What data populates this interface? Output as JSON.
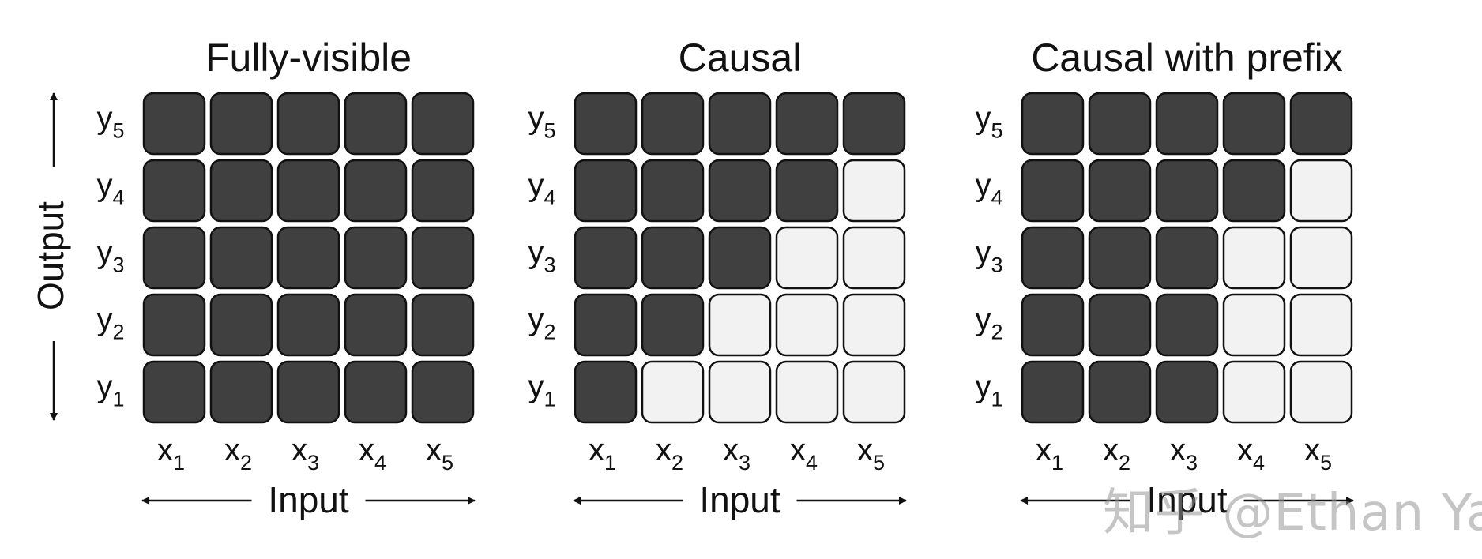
{
  "axis": {
    "output_label": "Output",
    "input_label": "Input"
  },
  "rows": [
    {
      "letter": "y",
      "sub": "5"
    },
    {
      "letter": "y",
      "sub": "4"
    },
    {
      "letter": "y",
      "sub": "3"
    },
    {
      "letter": "y",
      "sub": "2"
    },
    {
      "letter": "y",
      "sub": "1"
    }
  ],
  "cols": [
    {
      "letter": "x",
      "sub": "1"
    },
    {
      "letter": "x",
      "sub": "2"
    },
    {
      "letter": "x",
      "sub": "3"
    },
    {
      "letter": "x",
      "sub": "4"
    },
    {
      "letter": "x",
      "sub": "5"
    }
  ],
  "colors": {
    "filled": "#404040",
    "empty": "#f2f2f2",
    "stroke": "#111111"
  },
  "panels": [
    {
      "title": "Fully-visible",
      "mask": [
        [
          1,
          1,
          1,
          1,
          1
        ],
        [
          1,
          1,
          1,
          1,
          1
        ],
        [
          1,
          1,
          1,
          1,
          1
        ],
        [
          1,
          1,
          1,
          1,
          1
        ],
        [
          1,
          1,
          1,
          1,
          1
        ]
      ]
    },
    {
      "title": "Causal",
      "mask": [
        [
          1,
          1,
          1,
          1,
          1
        ],
        [
          1,
          1,
          1,
          1,
          0
        ],
        [
          1,
          1,
          1,
          0,
          0
        ],
        [
          1,
          1,
          0,
          0,
          0
        ],
        [
          1,
          0,
          0,
          0,
          0
        ]
      ]
    },
    {
      "title": "Causal with prefix",
      "mask": [
        [
          1,
          1,
          1,
          1,
          1
        ],
        [
          1,
          1,
          1,
          1,
          0
        ],
        [
          1,
          1,
          1,
          0,
          0
        ],
        [
          1,
          1,
          1,
          0,
          0
        ],
        [
          1,
          1,
          1,
          0,
          0
        ]
      ]
    }
  ],
  "watermark": "知乎 @Ethan Yan"
}
